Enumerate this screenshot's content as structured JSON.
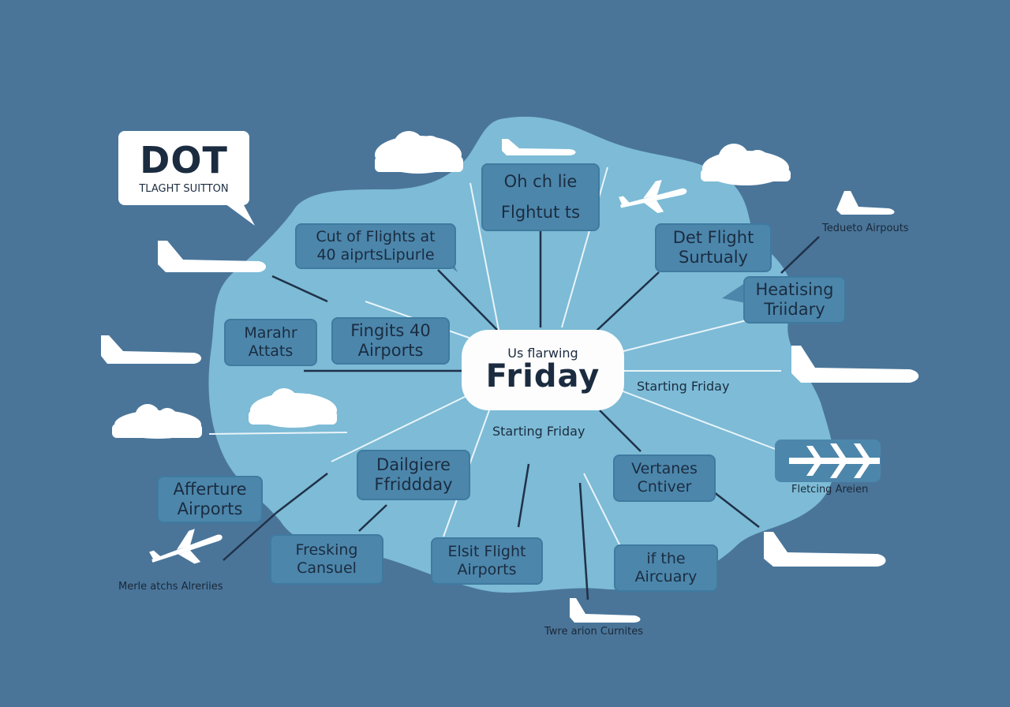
{
  "colors": {
    "background": "#4a7599",
    "cloud_shape": "#7dbbd6",
    "node_fill": "#4c86ab",
    "text": "#1b2c40",
    "white": "#ffffff"
  },
  "badge": {
    "title": "DOT",
    "subtitle": "TLAGHT SUITTON"
  },
  "center": {
    "line1": "Us flarwing",
    "line2": "Friday"
  },
  "nodes": {
    "top": {
      "line1": "Oh ch lie",
      "line2": "Flghtut ts"
    },
    "cut_flights": {
      "line1": "Cut of Flights at",
      "line2": "40  aiprtsLipurle"
    },
    "det_flight": {
      "line1": "Det Flight",
      "line2": "Surtualy"
    },
    "heatising": {
      "line1": "Heatising",
      "line2": "Triidary"
    },
    "marahr": {
      "line1": "Marahr",
      "line2": "Attats"
    },
    "flights40": {
      "line1": "Fingits 40",
      "line2": "Airports"
    },
    "dailgiere": {
      "line1": "Dailgiere",
      "line2": "Ffriddday"
    },
    "vertanes": {
      "line1": "Vertanes",
      "line2": "Cntiver"
    },
    "afferture": {
      "line1": "Afferture",
      "line2": "Airports"
    },
    "fresking": {
      "line1": "Fresking",
      "line2": "Cansuel"
    },
    "elsit": {
      "line1": "Elsit Flight",
      "line2": "Airports"
    },
    "if_the": {
      "line1": "if the",
      "line2": "Aircuary"
    }
  },
  "labels": {
    "starting_right": "Starting Friday",
    "starting_below": "Starting Friday",
    "teduto": "Tedueto Airpouts",
    "fletcing": "Fletcing Areien",
    "merle": "Merle atchs Alreriies",
    "twre": "Twre arion Curnites"
  }
}
